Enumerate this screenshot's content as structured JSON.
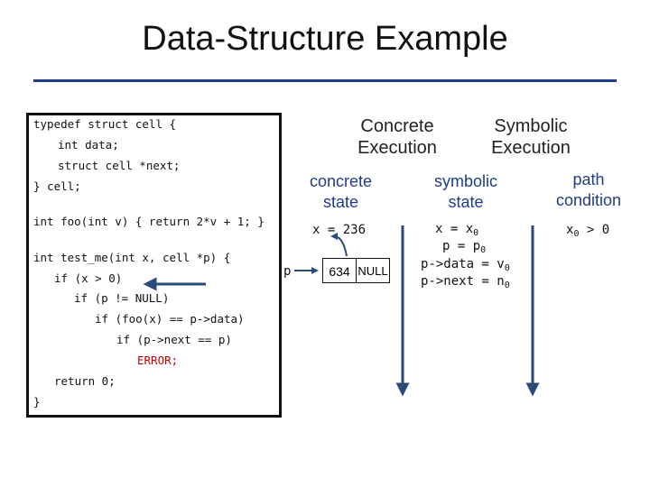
{
  "title": "Data-Structure Example",
  "code_lines": [
    "typedef struct cell {",
    "int data;",
    "struct cell *next;",
    "} cell;",
    "int foo(int v) { return 2*v + 1; }",
    "int test_me(int x, cell *p) {",
    "if (x > 0)",
    "if (p != NULL)",
    "if (foo(x) == p->data)",
    "if (p->next == p)",
    "ERROR;",
    "return 0;",
    "}"
  ],
  "columns": {
    "concrete": {
      "header_line1": "Concrete",
      "header_line2": "Execution",
      "sub_line1": "concrete",
      "sub_line2": "state"
    },
    "symbolic": {
      "header_line1": "Symbolic",
      "header_line2": "Execution",
      "sub_line1": "symbolic",
      "sub_line2": "state"
    },
    "path": {
      "sub_line1": "path",
      "sub_line2": "condition"
    }
  },
  "concrete_state": {
    "assignment": "x = 236",
    "pointer_label": "p",
    "cell_data": "634",
    "cell_next": "NULL"
  },
  "symbolic_state": {
    "line1_prefix": "x = x",
    "line1_sub": "0",
    "line2_prefix": "p = p",
    "line2_sub": "0",
    "line3_prefix": "p->data = v",
    "line3_sub": "0",
    "line4_prefix": "p->next = n",
    "line4_sub": "0"
  },
  "path_condition": {
    "var": "x",
    "var_sub": "0",
    "rest": " > 0"
  },
  "colors": {
    "title_rule": "#1f3c88",
    "subheader": "#1f3c88",
    "error": "#c00000",
    "arrow": "#2a4a7a"
  }
}
